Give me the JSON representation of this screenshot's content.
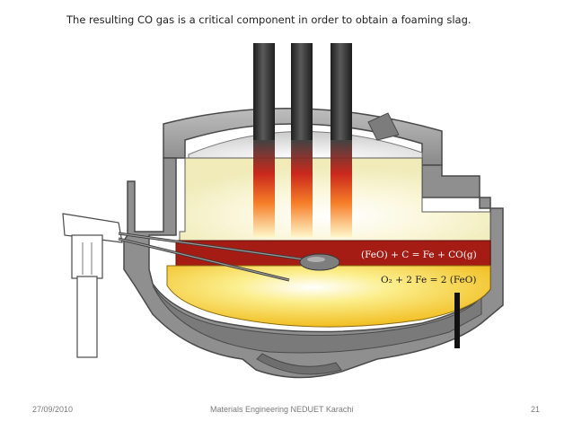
{
  "slide": {
    "title": "The resulting CO gas is a critical component in order to obtain a foaming slag."
  },
  "diagram": {
    "equation_slag": "(FeO) + C = Fe + CO(g)",
    "equation_metal": "O₂ + 2 Fe = 2 (FeO)",
    "colors": {
      "shell": "#8c8c8c",
      "shell_dark": "#6e6e6e",
      "slag_layer": "#a51c14",
      "metal_bath": "#f2c81e",
      "furnace_interior": "#f3f0c4",
      "electrode": "#3a3a3a",
      "text_on_slag": "#ffffff",
      "text_on_metal": "#1a1a1a"
    }
  },
  "footer": {
    "date": "27/09/2010",
    "center": "Materials Engineering NEDUET Karachi",
    "page": "21"
  }
}
